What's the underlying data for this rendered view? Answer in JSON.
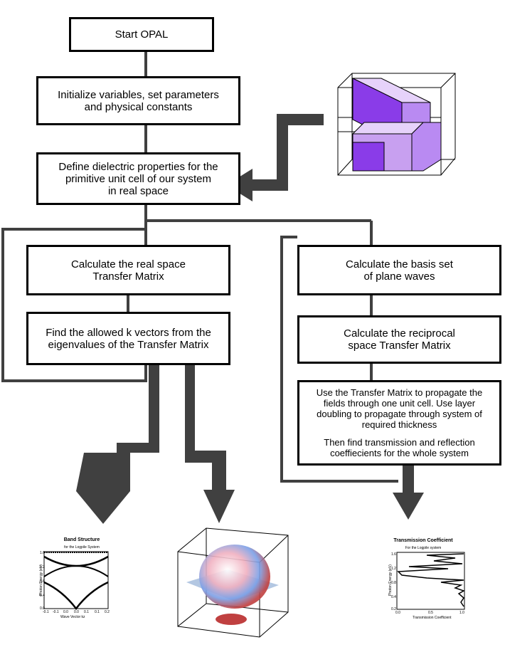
{
  "flow": {
    "start": "Start OPAL",
    "init": [
      "Initialize variables, set parameters",
      "and physical constants"
    ],
    "define": [
      "Define dielectric properties for the",
      "primitive unit cell of our system",
      "in real space"
    ],
    "real_tm": [
      "Calculate the real space",
      "Transfer Matrix"
    ],
    "kvec": [
      "Find the allowed k vectors  from the",
      "eigenvalues of the Transfer Matrix"
    ],
    "basis": [
      "Calculate the  basis set",
      "of plane waves"
    ],
    "recip_tm": [
      "Calculate the reciprocal",
      "space Transfer Matrix"
    ],
    "propagate": [
      "Use the Transfer Matrix to propagate the",
      "fields through one unit cell. Use layer",
      "doubling to propagate through system of",
      "required thickness"
    ],
    "coeff": [
      "Then find transmission and reflection",
      "coeffiecients for the whole system"
    ]
  },
  "band_plot": {
    "title": "Band Structure",
    "subtitle": "for the Logpile System",
    "xlabel": "Wave Vector kz",
    "ylabel": "Photon Energy (eV)",
    "xticks": [
      "-0.1",
      "-0.1",
      "0.0",
      "0.0",
      "0.1",
      "0.1",
      "0.2"
    ],
    "yticks": [
      "1.6",
      "1.2",
      "0.8",
      "0.4",
      "0.0"
    ]
  },
  "trans_plot": {
    "title": "Transmission Coefficient",
    "subtitle": "For the Logpile system",
    "xlabel": "Transmission Coefficient",
    "ylabel": "Photon Energy (eV)",
    "xticks": [
      "0.0",
      "0.5",
      "1.0"
    ],
    "yticks": [
      "1.6",
      "1.2",
      "0.8",
      "0.4",
      "0.2"
    ]
  },
  "colors": {
    "line": "#404040",
    "arrow": "#404040",
    "purple": "#c8a0f0",
    "purple_dark": "#8a3ce8",
    "plane": "#9ab4d8"
  }
}
